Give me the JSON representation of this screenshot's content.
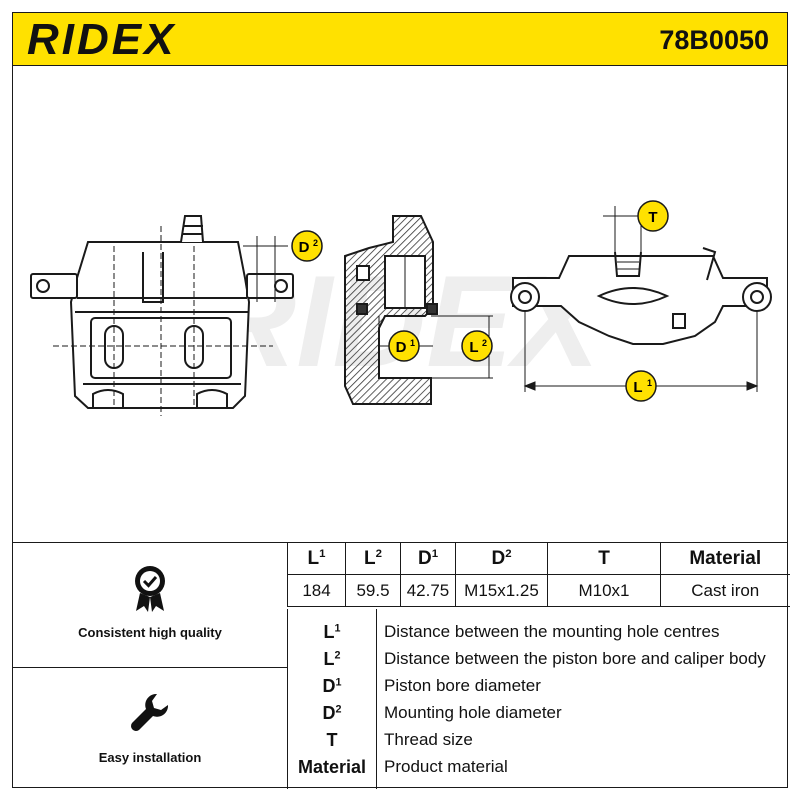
{
  "header": {
    "brand": "RIDEX",
    "part_number": "78B0050"
  },
  "drawing": {
    "callouts": {
      "L1": "L",
      "L2": "L",
      "D1": "D",
      "D2": "D",
      "T": "T",
      "sup1": "1",
      "sup2": "2"
    },
    "watermark": "RIDEX"
  },
  "features": [
    {
      "label": "Consistent high quality",
      "icon": "quality-badge-icon"
    },
    {
      "label": "Easy installation",
      "icon": "wrench-icon"
    }
  ],
  "spec_table": {
    "headers": [
      {
        "base": "L",
        "sup": "1"
      },
      {
        "base": "L",
        "sup": "2"
      },
      {
        "base": "D",
        "sup": "1"
      },
      {
        "base": "D",
        "sup": "2"
      },
      {
        "base": "T",
        "sup": ""
      },
      {
        "base": "Material",
        "sup": ""
      }
    ],
    "values": [
      "184",
      "59.5",
      "42.75",
      "M15x1.25",
      "M10x1",
      "Cast iron"
    ]
  },
  "legend": [
    {
      "base": "L",
      "sup": "1",
      "desc": "Distance between the mounting hole centres"
    },
    {
      "base": "L",
      "sup": "2",
      "desc": "Distance between the piston bore and caliper body"
    },
    {
      "base": "D",
      "sup": "1",
      "desc": "Piston bore diameter"
    },
    {
      "base": "D",
      "sup": "2",
      "desc": "Mounting hole diameter"
    },
    {
      "base": "T",
      "sup": "",
      "desc": "Thread size"
    },
    {
      "base": "Material",
      "sup": "",
      "desc": "Product material"
    }
  ],
  "colors": {
    "brand_yellow": "#ffe100",
    "line": "#1a1a1a",
    "hatch_shade": "#555555"
  }
}
